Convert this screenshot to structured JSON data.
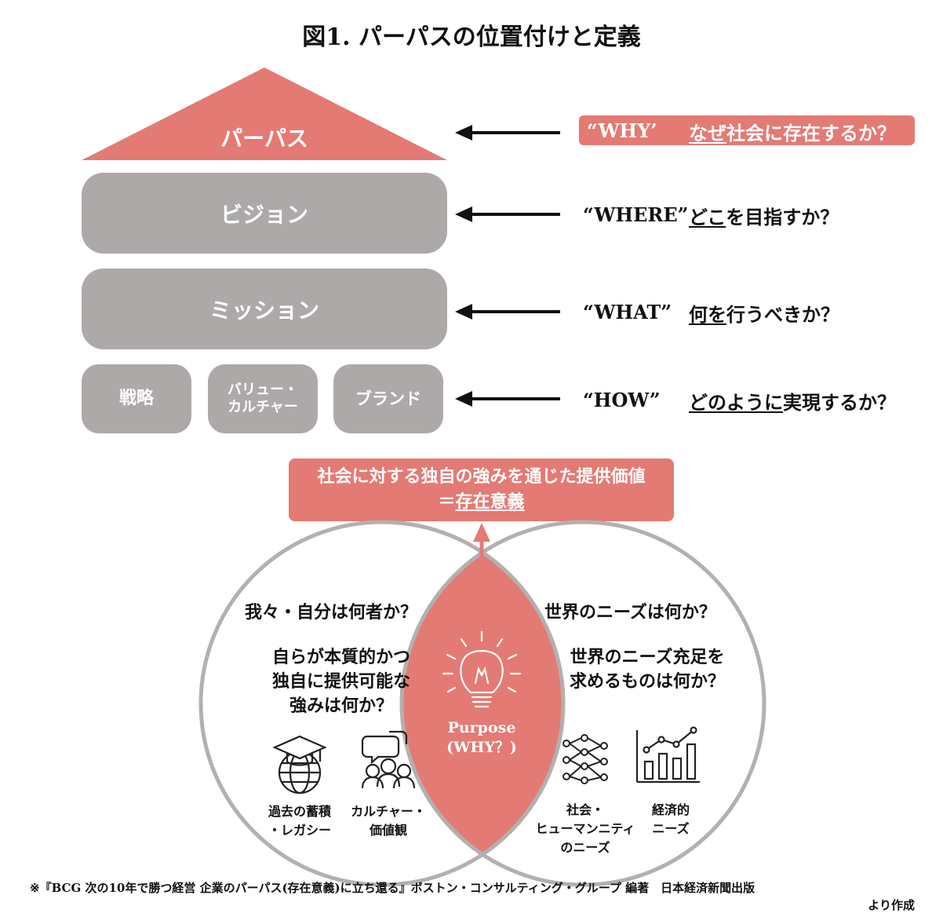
{
  "title": "図1. パーパスの位置付けと定義",
  "house": {
    "roof_label": "パーパス",
    "vision_label": "ビジョン",
    "mission_label": "ミッション",
    "base": [
      "戦略",
      "バリュー・\nカルチャー",
      "ブランド"
    ]
  },
  "questions": [
    {
      "key": "“WHY’",
      "underlined": "なぜ",
      "rest": "社会に存在するか？"
    },
    {
      "key": "“WHERE”",
      "underlined": "どこ",
      "rest": "を目指すか？"
    },
    {
      "key": "“WHAT”",
      "underlined": "何を",
      "rest": "行うべきか？"
    },
    {
      "key": "“HOW”",
      "underlined": "どのように",
      "rest": "実現するか？"
    }
  ],
  "value_box": {
    "line1": "社会に対する独自の強みを通じた提供価値",
    "line2_prefix": "＝",
    "line2_underlined": "存在意義"
  },
  "left_circle": {
    "question": "我々・自分は何者か？",
    "text": "自らが本質的かつ\n独自に提供可能な\n強みは何か？",
    "icons": [
      {
        "icon": "graduation-cap-globe-icon",
        "label": "過去の蓄積\n・レガシー"
      },
      {
        "icon": "people-chat-icon",
        "label": "カルチャー・\n価値観"
      }
    ]
  },
  "right_circle": {
    "question": "世界のニーズは何か？",
    "text": "世界のニーズ充足を\n求めるものは何か？",
    "icons": [
      {
        "icon": "network-nodes-icon",
        "label": "社会・\nヒューマンニティ\nのニーズ"
      },
      {
        "icon": "growth-chart-icon",
        "label": "経済的\nニーズ"
      }
    ]
  },
  "center": {
    "icon": "lightbulb-icon",
    "line1": "Purpose",
    "line2": "(WHY？)"
  },
  "footnote": {
    "line1": "※『BCG 次の10年で勝つ経営 企業のパーパス(存在意義)に立ち還る』ボストン・コンサルティング・グループ 編著　日本経済新聞出版",
    "line2": "より作成"
  },
  "colors": {
    "accent": "#e47a74",
    "gray": "#aca9a8",
    "circle": "#b3b0ae"
  }
}
